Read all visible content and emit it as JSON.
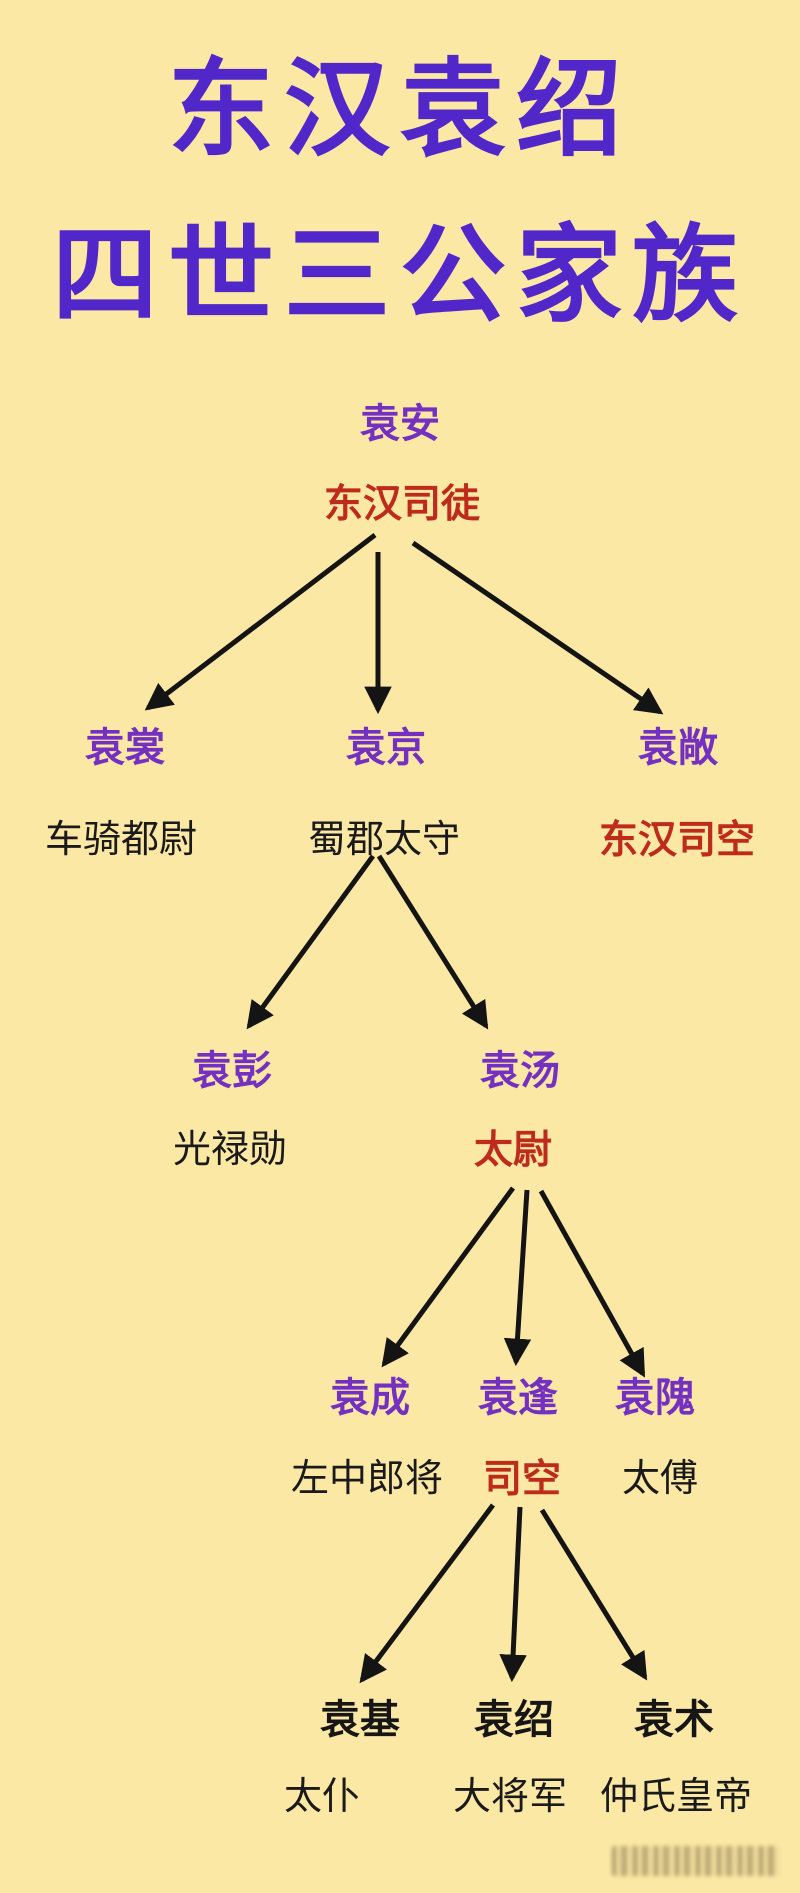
{
  "title": {
    "line1": "东汉袁绍",
    "line2": "四世三公家族"
  },
  "tree": {
    "root": {
      "name": "袁安",
      "office": "东汉司徒",
      "office_is_sangong": true
    },
    "generation2": [
      {
        "name": "袁裳",
        "office": "车骑都尉",
        "office_is_sangong": false
      },
      {
        "name": "袁京",
        "office": "蜀郡太守",
        "office_is_sangong": false
      },
      {
        "name": "袁敞",
        "office": "东汉司空",
        "office_is_sangong": true
      }
    ],
    "generation3": [
      {
        "name": "袁彭",
        "office": "光禄勋",
        "office_is_sangong": false
      },
      {
        "name": "袁汤",
        "office": "太尉",
        "office_is_sangong": true
      }
    ],
    "generation4": [
      {
        "name": "袁成",
        "office": "左中郎将",
        "office_is_sangong": false
      },
      {
        "name": "袁逢",
        "office": "司空",
        "office_is_sangong": true
      },
      {
        "name": "袁隗",
        "office": "太傅",
        "office_is_sangong": false
      }
    ],
    "generation5": [
      {
        "name": "袁基",
        "office": "太仆",
        "office_is_sangong": false
      },
      {
        "name": "袁绍",
        "office": "大将军",
        "office_is_sangong": false
      },
      {
        "name": "袁术",
        "office": "仲氏皇帝",
        "office_is_sangong": false
      }
    ]
  },
  "colors": {
    "background": "#FBE8A5",
    "title_purple": "#5127C9",
    "name_purple": "#7430C0",
    "office_red": "#BE2B1C",
    "text_black": "#1A1A1A",
    "arrow_black": "#141414"
  }
}
